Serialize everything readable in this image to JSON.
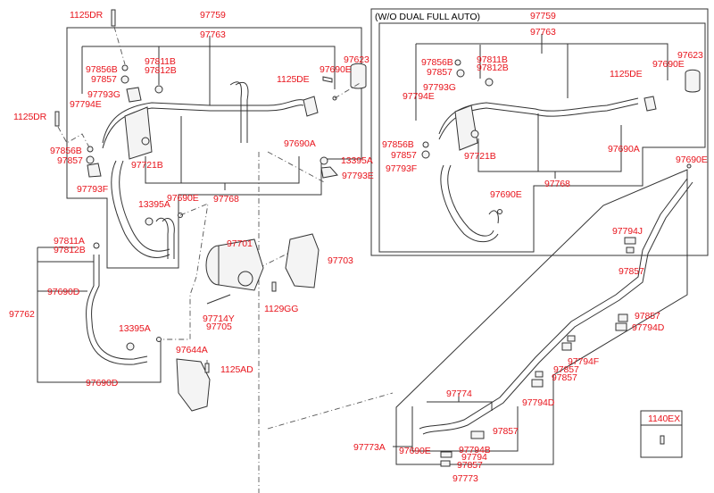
{
  "diagram": {
    "type": "exploded-parts-diagram",
    "subject": "A/C refrigerant lines, compressor and brackets",
    "variant_box_title": "(W/O DUAL FULL AUTO)",
    "part_colors": {
      "label": "#e8141c",
      "line": "#333333"
    }
  },
  "main_assembly": {
    "labels": {
      "p1125dr_top": "1125DR",
      "p97759": "97759",
      "p97763": "97763",
      "p97856b": "97856B",
      "p97857_a": "97857",
      "p97811b": "97811B",
      "p97812b": "97812B",
      "p97793g": "97793G",
      "p97794e": "97794E",
      "p1125dr_side": "1125DR",
      "p1125de": "1125DE",
      "p97690e_top": "97690E",
      "p97623": "97623",
      "p97856b_low": "97856B",
      "p97857_low": "97857",
      "p97793f": "97793F",
      "p97721b": "97721B",
      "p97690a": "97690A",
      "p13395a_right": "13395A",
      "p97793e": "97793E",
      "p13395a_mid": "13395A",
      "p97690e_mid": "97690E",
      "p97768": "97768"
    }
  },
  "discharge_line": {
    "labels": {
      "p97811a": "97811A",
      "p97812b": "97812B",
      "p97690d": "97690D",
      "p97762": "97762",
      "p13395a": "13395A",
      "p97690d_bottom": "97690D"
    }
  },
  "compressor": {
    "labels": {
      "p97701": "97701",
      "p97703": "97703",
      "p1129gg": "1129GG",
      "p97714y": "97714Y",
      "p97705": "97705",
      "p97644a": "97644A",
      "p1125ad": "1125AD"
    }
  },
  "variant_box": {
    "labels": {
      "p97759": "97759",
      "p97763": "97763",
      "p97856b": "97856B",
      "p97857": "97857",
      "p97811b": "97811B",
      "p97812b": "97812B",
      "p97793g": "97793G",
      "p97794e": "97794E",
      "p1125de": "1125DE",
      "p97690e": "97690E",
      "p97623": "97623",
      "p97856b_low": "97856B",
      "p97857_low": "97857",
      "p97793f": "97793F",
      "p97721b": "97721B",
      "p97690a": "97690A",
      "p97768": "97768",
      "p97690e_low": "97690E"
    }
  },
  "rear_line": {
    "labels": {
      "p97690e_top": "97690E",
      "p97794j": "97794J",
      "p97857_a": "97857",
      "p97857_b": "97857",
      "p97794d_a": "97794D",
      "p97794f": "97794F",
      "p97857_c": "97857",
      "p97857_d": "97857",
      "p97794d_b": "97794D",
      "p97774": "97774",
      "p97857_e": "97857",
      "p97773a": "97773A",
      "p97690e": "97690E",
      "p97794b": "97794B",
      "p97794": "97794",
      "p97857_f": "97857",
      "p97773": "97773"
    }
  },
  "fastener_box": {
    "part": "1140EX"
  }
}
